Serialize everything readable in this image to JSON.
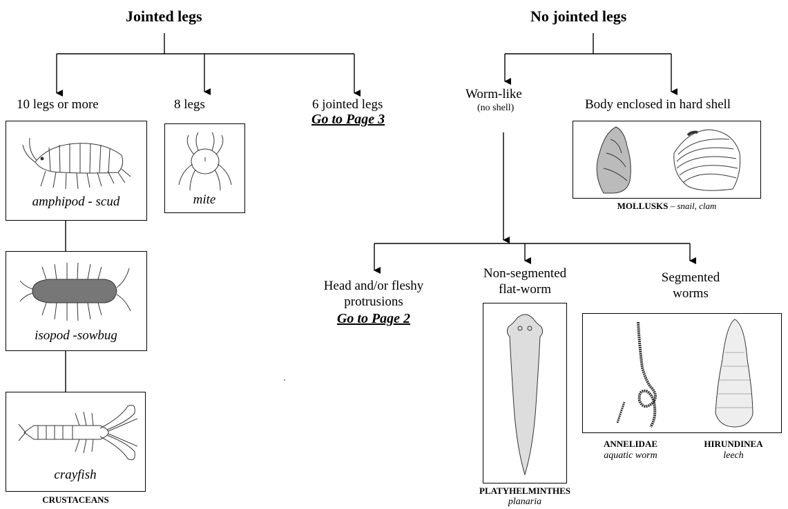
{
  "jointed": {
    "heading": "Jointed legs",
    "ten_legs": "10 legs or more",
    "eight_legs": "8 legs",
    "six_legs": "6 jointed legs",
    "six_goto": "Go to Page 3",
    "amphipod": "amphipod  - scud",
    "mite": "mite",
    "isopod": "isopod -sowbug",
    "crayfish": "crayfish",
    "crustaceans": "CRUSTACEANS"
  },
  "no_jointed": {
    "heading": "No jointed legs",
    "worm_like": "Worm-like",
    "no_shell": "(no shell)",
    "hard_shell": "Body enclosed in hard shell",
    "mollusks_bold": "MOLLUSKS",
    "mollusks_dash": " – ",
    "mollusks_it": "snail, clam",
    "head_line1": "Head and/or fleshy",
    "head_line2": "protrusions",
    "head_goto": "Go to Page 2",
    "nonseg_line1": "Non-segmented",
    "nonseg_line2": "flat-worm",
    "seg_line1": "Segmented",
    "seg_line2": "worms",
    "platy": "PLATYHELMINTHES",
    "planaria": "planaria",
    "annelidae": "ANNELIDAE",
    "aquatic_worm": "aquatic worm",
    "hirudinea": "HIRUNDINEA",
    "leech": "leech"
  }
}
